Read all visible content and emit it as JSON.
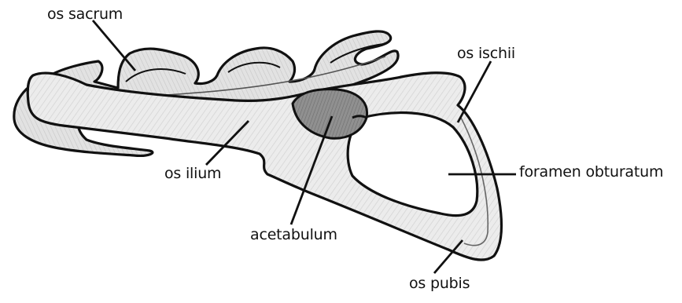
{
  "labels": {
    "os_sacrum": "os sacrum",
    "os_ischii": "os ischii",
    "os_ilium": "os ilium",
    "foramen_obturatum": "foramen obturatum",
    "acetabulum": "acetabulum",
    "os_pubis": "os pubis"
  },
  "colors": {
    "bone_fill": "#e9e9e9",
    "bone_shade": "#cfcfcf",
    "acetabulum_fill": "#8d8d8d",
    "outline": "#111111",
    "background": "#ffffff"
  }
}
